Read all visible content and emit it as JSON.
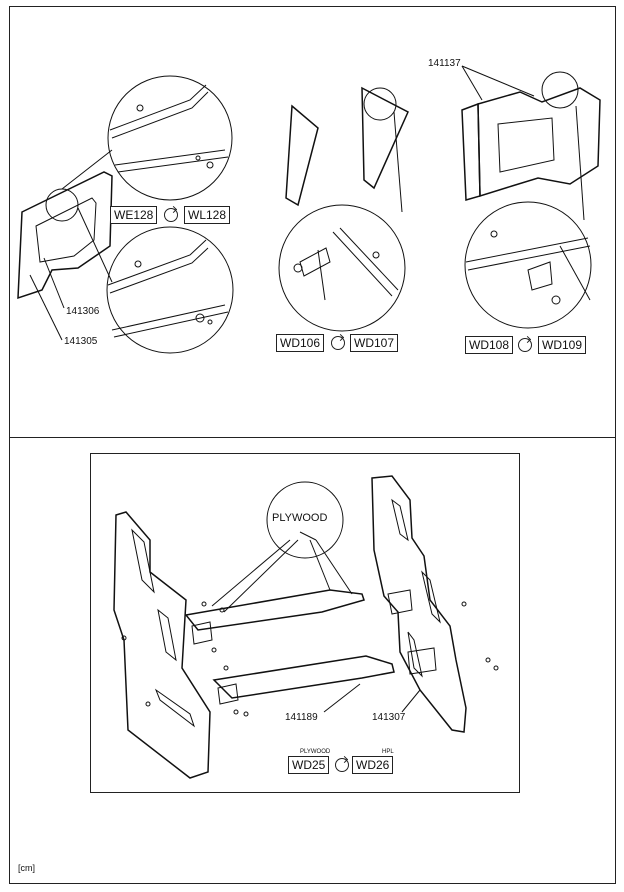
{
  "part_numbers": {
    "p141306": "141306",
    "p141305": "141305",
    "p141137": "141137",
    "p141189": "141189",
    "p141307": "141307"
  },
  "variant_codes": {
    "panel_a": {
      "left": "WE128",
      "right": "WL128"
    },
    "panel_b": {
      "left": "WD106",
      "right": "WD107"
    },
    "panel_c": {
      "left": "WD108",
      "right": "WD109"
    },
    "assembly": {
      "left": "WD25",
      "right": "WD26",
      "left_material": "PLYWOOD",
      "right_material": "HPL"
    }
  },
  "callouts": {
    "plywood": "PLYWOOD"
  },
  "footer": {
    "unit": "[cm]"
  }
}
